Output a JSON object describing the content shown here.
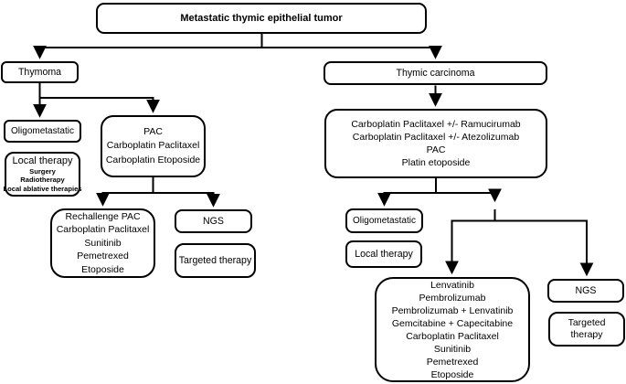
{
  "diagram": {
    "title": "Metastatic thymic epithelial tumor",
    "colors": {
      "line": "#000000",
      "background": "#ffffff",
      "text": "#000000"
    },
    "nodes": {
      "root": {
        "label": "Metastatic thymic epithelial tumor"
      },
      "thymoma": {
        "label": "Thymoma"
      },
      "oligo_left": {
        "label": "Oligometastatic"
      },
      "local_left": {
        "title": "Local therapy",
        "items": [
          "Surgery",
          "Radiotherapy",
          "Local ablative therapies"
        ]
      },
      "pac": {
        "lines": [
          "PAC",
          "Carboplatin Paclitaxel",
          "Carboplatin Etoposide"
        ]
      },
      "rechallenge": {
        "lines": [
          "Rechallenge PAC",
          "Carboplatin Paclitaxel",
          "Sunitinib",
          "Pemetrexed",
          "Etoposide"
        ]
      },
      "ngs_left": {
        "label": "NGS"
      },
      "targeted_left": {
        "label": "Targeted therapy"
      },
      "carcinoma": {
        "label": "Thymic carcinoma"
      },
      "carcinoma_tx": {
        "lines": [
          "Carboplatin Paclitaxel +/- Ramucirumab",
          "Carboplatin Paclitaxel +/- Atezolizumab",
          "PAC",
          "Platin etoposide"
        ]
      },
      "oligo_right": {
        "label": "Oligometastatic"
      },
      "local_right": {
        "label": "Local therapy"
      },
      "second_line_right": {
        "lines": [
          "Lenvatinib",
          "Pembrolizumab",
          "Pembrolizumab + Lenvatinib",
          "Gemcitabine + Capecitabine",
          "Carboplatin Paclitaxel",
          "Sunitinib",
          "Pemetrexed",
          "Etoposide"
        ]
      },
      "ngs_right": {
        "label": "NGS"
      },
      "targeted_right": {
        "lines": [
          "Targeted",
          "therapy"
        ]
      }
    }
  }
}
